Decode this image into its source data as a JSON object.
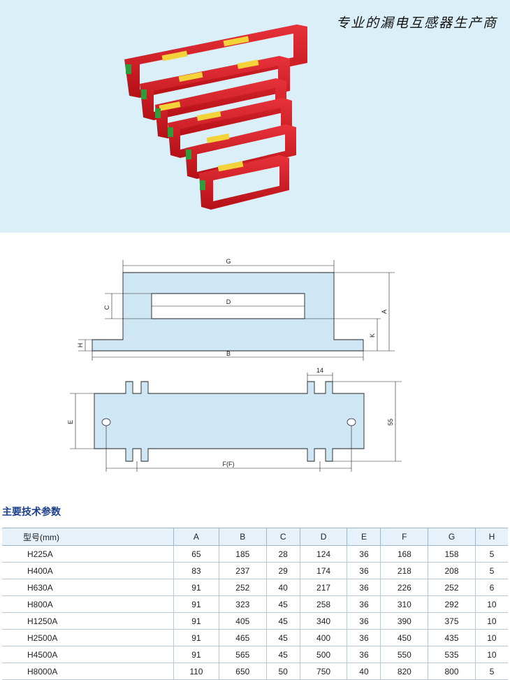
{
  "banner": {
    "slogan": "专业的漏电互感器生产商"
  },
  "drawing": {
    "front_view_labels": {
      "G": "G",
      "D": "D",
      "C": "C",
      "A": "A",
      "K": "K",
      "H": "H",
      "B": "B"
    },
    "bottom_view_labels": {
      "width_14": "14",
      "height_55": "55",
      "E": "E",
      "F": "F(F)"
    }
  },
  "section": {
    "title": "主要技术参数"
  },
  "table": {
    "headers": [
      "型号(mm)",
      "A",
      "B",
      "C",
      "D",
      "E",
      "F",
      "G",
      "H"
    ],
    "rows": [
      [
        "H225A",
        "65",
        "185",
        "28",
        "124",
        "36",
        "168",
        "158",
        "5"
      ],
      [
        "H400A",
        "83",
        "237",
        "29",
        "174",
        "36",
        "218",
        "208",
        "5"
      ],
      [
        "H630A",
        "91",
        "252",
        "40",
        "217",
        "36",
        "226",
        "252",
        "6"
      ],
      [
        "H800A",
        "91",
        "323",
        "45",
        "258",
        "36",
        "310",
        "292",
        "10"
      ],
      [
        "H1250A",
        "91",
        "405",
        "45",
        "340",
        "36",
        "390",
        "375",
        "10"
      ],
      [
        "H2500A",
        "91",
        "465",
        "45",
        "400",
        "36",
        "450",
        "435",
        "10"
      ],
      [
        "H4500A",
        "91",
        "565",
        "45",
        "500",
        "36",
        "550",
        "535",
        "10"
      ],
      [
        "H8000A",
        "110",
        "650",
        "50",
        "750",
        "40",
        "820",
        "800",
        "5"
      ]
    ]
  },
  "colors": {
    "banner_bg": "#dbeff8",
    "product_red": "#d2151d",
    "drawing_fill": "#cfe6f5",
    "title_blue": "#1b3f8b"
  }
}
